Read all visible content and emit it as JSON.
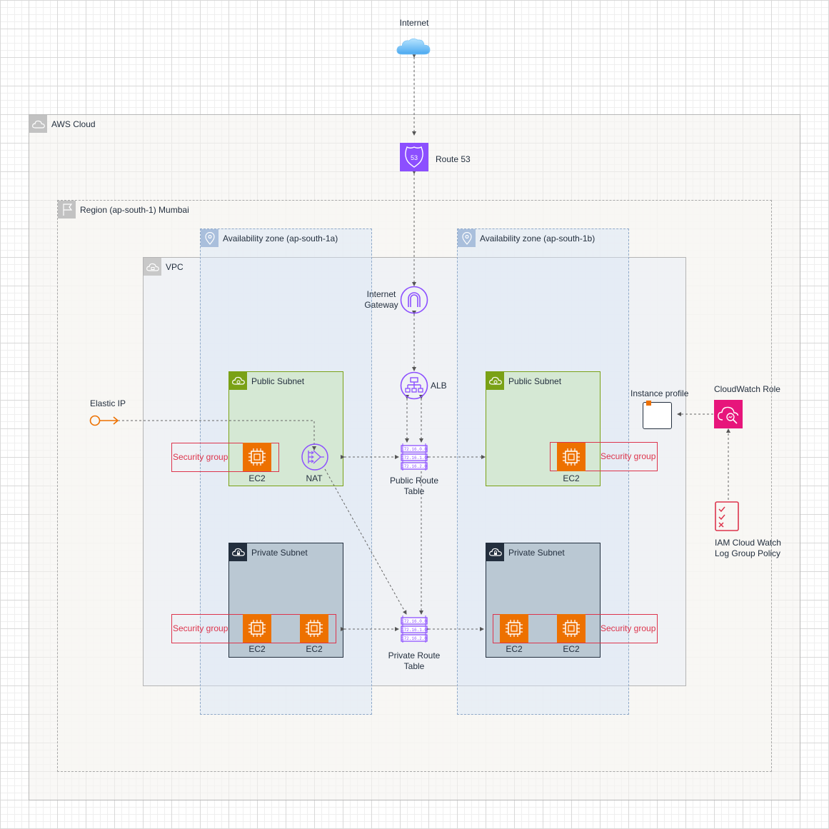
{
  "internet": {
    "label": "Internet"
  },
  "aws_cloud": {
    "label": "AWS Cloud"
  },
  "route53": {
    "label": "Route 53",
    "badge": "53"
  },
  "region": {
    "label": "Region (ap-south-1) Mumbai"
  },
  "az_a": {
    "label": "Availability zone (ap-south-1a)"
  },
  "az_b": {
    "label": "Availability zone (ap-south-1b)"
  },
  "vpc": {
    "label": "VPC"
  },
  "igw": {
    "label_line1": "Internet",
    "label_line2": "Gateway"
  },
  "alb": {
    "label": "ALB"
  },
  "public_subnet_a": {
    "label": "Public Subnet"
  },
  "public_subnet_b": {
    "label": "Public Subnet"
  },
  "private_subnet_a": {
    "label": "Private Subnet"
  },
  "private_subnet_b": {
    "label": "Private Subnet"
  },
  "elastic_ip": {
    "label": "Elastic IP"
  },
  "nat": {
    "label": "NAT"
  },
  "security_group": {
    "label": "Security group"
  },
  "ec2": {
    "label": "EC2"
  },
  "public_route_table": {
    "label_line1": "Public Route",
    "label_line2": "Table",
    "cidrs": [
      "172.16.0.0",
      "172.16.1.0",
      "172.16.2.0"
    ]
  },
  "private_route_table": {
    "label_line1": "Private Route",
    "label_line2": "Table",
    "cidrs": [
      "172.16.0.0",
      "172.16.1.0",
      "172.16.2.0"
    ]
  },
  "instance_profile": {
    "label": "Instance profile"
  },
  "cloudwatch_role": {
    "label": "CloudWatch Role"
  },
  "iam_policy": {
    "label_line1": "IAM Cloud Watch",
    "label_line2": "Log Group Policy"
  },
  "colors": {
    "route53": "#8c4fff",
    "network_purple": "#8c4fff",
    "ec2_orange": "#ed7100",
    "security_red": "#dd344c",
    "cloudwatch_pink": "#e7157b",
    "public_subnet_green": "#7aa116",
    "private_subnet_navy": "#147eba",
    "az_blue": "#147eba"
  }
}
